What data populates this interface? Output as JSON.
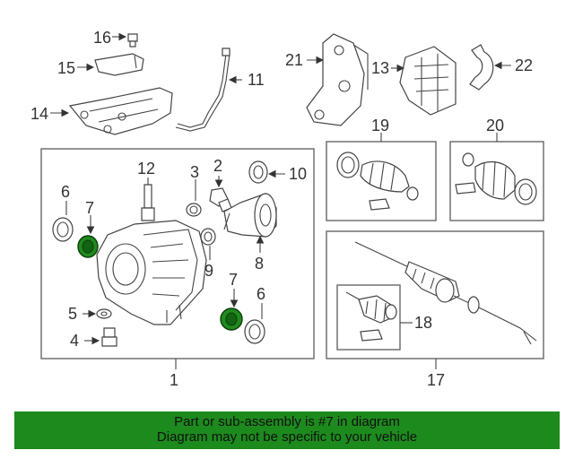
{
  "callouts": {
    "c1": "1",
    "c2": "2",
    "c3": "3",
    "c4": "4",
    "c5": "5",
    "c6a": "6",
    "c6b": "6",
    "c7a": "7",
    "c7b": "7",
    "c8": "8",
    "c9": "9",
    "c10": "10",
    "c11": "11",
    "c12": "12",
    "c13": "13",
    "c14": "14",
    "c15": "15",
    "c16": "16",
    "c17": "17",
    "c18": "18",
    "c19": "19",
    "c20": "20",
    "c21": "21",
    "c22": "22"
  },
  "footer": {
    "line1": "Part or sub-assembly is #7 in diagram",
    "line2": "Diagram may not be specific to your vehicle"
  },
  "colors": {
    "highlight": "#1f8a1f",
    "footer_bg": "#1d8a1d"
  }
}
